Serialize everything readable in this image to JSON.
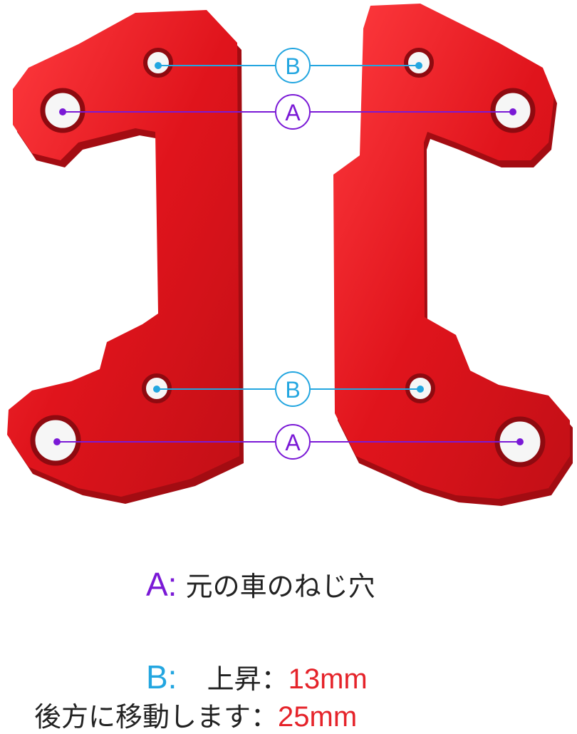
{
  "colors": {
    "plate_red": "#e0141c",
    "plate_dark": "#a30c12",
    "marker_a": "#7a19d6",
    "marker_b": "#23a6e0",
    "value_red": "#e5232a"
  },
  "markers": {
    "a_label": "A",
    "b_label": "B"
  },
  "legend": {
    "a_key": "A:",
    "a_text": "元の車のねじ穴",
    "b_key": "B:",
    "b_text1": "上昇：",
    "b_value1": "13mm",
    "b_text2": "後方に移動します：",
    "b_value2": "25mm"
  }
}
